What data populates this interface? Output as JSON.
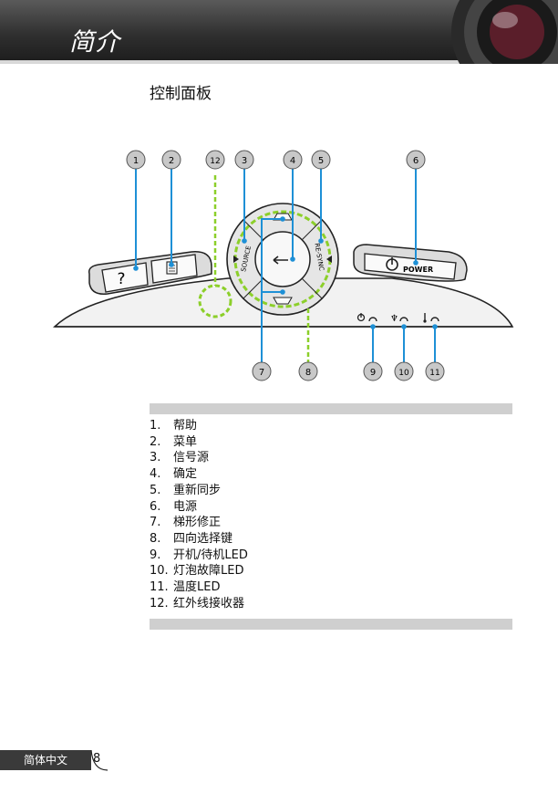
{
  "header": {
    "title": "简介"
  },
  "section": {
    "title": "控制面板"
  },
  "callouts": [
    "1",
    "2",
    "12",
    "3",
    "4",
    "5",
    "6",
    "7",
    "8",
    "9",
    "10",
    "11"
  ],
  "panel_labels": {
    "source": "SOURCE",
    "resync": "RE-SYNC",
    "power": "POWER",
    "help": "?"
  },
  "legend": [
    {
      "num": "1.",
      "label": "帮助"
    },
    {
      "num": "2.",
      "label": "菜单"
    },
    {
      "num": "3.",
      "label": "信号源"
    },
    {
      "num": "4.",
      "label": "确定"
    },
    {
      "num": "5.",
      "label": "重新同步"
    },
    {
      "num": "6.",
      "label": "电源"
    },
    {
      "num": "7.",
      "label": "梯形修正"
    },
    {
      "num": "8.",
      "label": "四向选择键"
    },
    {
      "num": "9.",
      "label": "开机/待机LED"
    },
    {
      "num": "10.",
      "label": "灯泡故障LED"
    },
    {
      "num": "11.",
      "label": "温度LED"
    },
    {
      "num": "12.",
      "label": "红外线接收器"
    }
  ],
  "footer": {
    "language": "简体中文",
    "page": "8"
  }
}
